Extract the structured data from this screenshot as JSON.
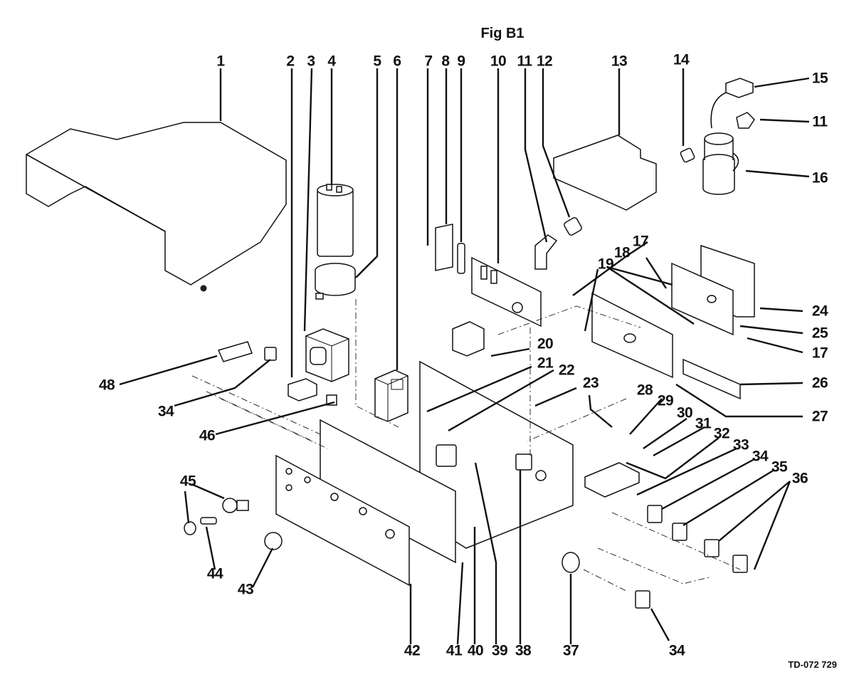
{
  "figure": {
    "title": "Fig B1",
    "document_id": "TD-072 729",
    "type": "exploded parts diagram"
  },
  "callouts": [
    {
      "id": "c1",
      "label": "1"
    },
    {
      "id": "c2",
      "label": "2"
    },
    {
      "id": "c3",
      "label": "3"
    },
    {
      "id": "c4",
      "label": "4"
    },
    {
      "id": "c5",
      "label": "5"
    },
    {
      "id": "c6",
      "label": "6"
    },
    {
      "id": "c7",
      "label": "7"
    },
    {
      "id": "c8",
      "label": "8"
    },
    {
      "id": "c9",
      "label": "9"
    },
    {
      "id": "c10",
      "label": "10"
    },
    {
      "id": "c11a",
      "label": "11"
    },
    {
      "id": "c12",
      "label": "12"
    },
    {
      "id": "c13",
      "label": "13"
    },
    {
      "id": "c14",
      "label": "14"
    },
    {
      "id": "c15",
      "label": "15"
    },
    {
      "id": "c11b",
      "label": "11"
    },
    {
      "id": "c16",
      "label": "16"
    },
    {
      "id": "c17a",
      "label": "17"
    },
    {
      "id": "c18",
      "label": "18"
    },
    {
      "id": "c19",
      "label": "19"
    },
    {
      "id": "c24",
      "label": "24"
    },
    {
      "id": "c25",
      "label": "25"
    },
    {
      "id": "c17b",
      "label": "17"
    },
    {
      "id": "c20",
      "label": "20"
    },
    {
      "id": "c21",
      "label": "21"
    },
    {
      "id": "c22",
      "label": "22"
    },
    {
      "id": "c23",
      "label": "23"
    },
    {
      "id": "c26",
      "label": "26"
    },
    {
      "id": "c27",
      "label": "27"
    },
    {
      "id": "c28",
      "label": "28"
    },
    {
      "id": "c29",
      "label": "29"
    },
    {
      "id": "c30",
      "label": "30"
    },
    {
      "id": "c31",
      "label": "31"
    },
    {
      "id": "c32",
      "label": "32"
    },
    {
      "id": "c33",
      "label": "33"
    },
    {
      "id": "c34a",
      "label": "34"
    },
    {
      "id": "c35",
      "label": "35"
    },
    {
      "id": "c36",
      "label": "36"
    },
    {
      "id": "c48",
      "label": "48"
    },
    {
      "id": "c34b",
      "label": "34"
    },
    {
      "id": "c46",
      "label": "46"
    },
    {
      "id": "c45",
      "label": "45"
    },
    {
      "id": "c44",
      "label": "44"
    },
    {
      "id": "c43",
      "label": "43"
    },
    {
      "id": "c42",
      "label": "42"
    },
    {
      "id": "c41",
      "label": "41"
    },
    {
      "id": "c40",
      "label": "40"
    },
    {
      "id": "c39",
      "label": "39"
    },
    {
      "id": "c38",
      "label": "38"
    },
    {
      "id": "c37",
      "label": "37"
    },
    {
      "id": "c34c",
      "label": "34"
    }
  ]
}
